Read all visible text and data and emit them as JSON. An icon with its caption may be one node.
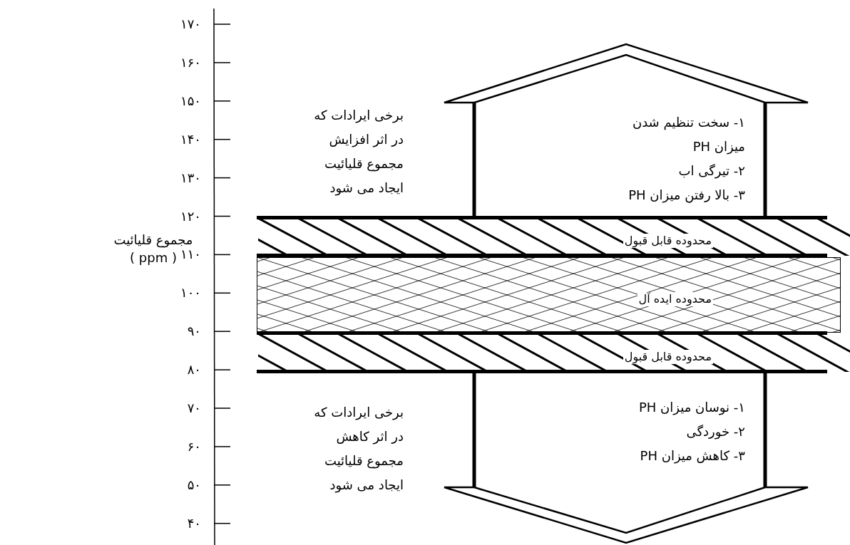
{
  "diagram": {
    "nodes": [
      {
        "text": [
          "۱- سخت تنظیم شدن میزان PH",
          "۲- تیرگی اب",
          "۳- بالا رفتن میزان PH"
        ]
      },
      {
        "text": [
          "محدوده قابل قبول"
        ]
      },
      {
        "text": [
          "محدوده ایده آل"
        ]
      },
      {
        "text": [
          "محدوده قابل قبول"
        ]
      },
      {
        "text": [
          "۱- نوسان میزان PH",
          "۲- خوردگی",
          "۳- کاهش میزان PH"
        ]
      }
    ],
    "labels": [
      "۱۷۰",
      "۱۶۰",
      "۱۵۰",
      "۱۴۰",
      "۱۳۰",
      "۱۲۰",
      "۱۱۰",
      "۱۰۰",
      "۹۰",
      "۸۰",
      "۷۰",
      "۶۰",
      "۵۰",
      "۴۰",
      "مجموع قلیائیت",
      "( ppm )",
      "برخی ایرادات که در اثر افزایش مجموع قلیائیت ایجاد می شود",
      "برخی ایرادات که در اثر کاهش مجموع قلیائیت ایجاد می شود"
    ]
  }
}
